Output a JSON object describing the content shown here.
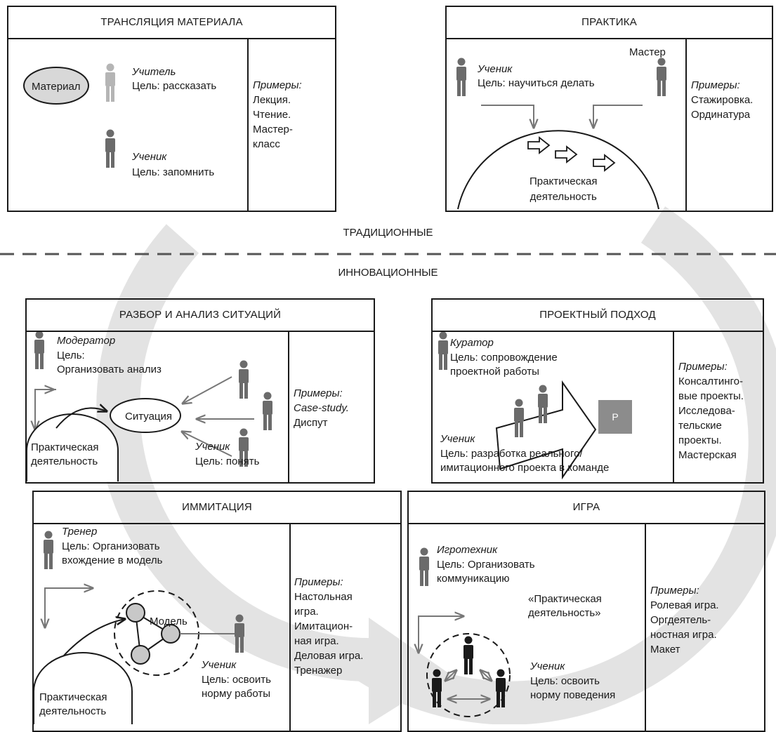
{
  "colors": {
    "line": "#1a1a1a",
    "person": "#6b6b6b",
    "person_light": "#b5b5b5",
    "big_arrow": "#e3e3e3",
    "fill_gray": "#d8d8d8",
    "project_box": "#8c8c8c"
  },
  "sections": {
    "traditional": "ТРАДИЦИОННЫЕ",
    "innovative": "ИННОВАЦИОННЫЕ"
  },
  "boxes": {
    "translation": {
      "title": "ТРАНСЛЯЦИЯ МАТЕРИАЛА",
      "material": "Материал",
      "teacher_role": "Учитель",
      "teacher_goal": "Цель: рассказать",
      "student_role": "Ученик",
      "student_goal": "Цель: запомнить",
      "examples_title": "Примеры:",
      "examples": [
        "Лекция.",
        "Чтение.",
        "Мастер-",
        "класс"
      ]
    },
    "practice": {
      "title": "ПРАКТИКА",
      "master": "Мастер",
      "student_role": "Ученик",
      "student_goal": "Цель: научиться делать",
      "activity": [
        "Практическая",
        "деятельность"
      ],
      "examples_title": "Примеры:",
      "examples": [
        "Стажировка.",
        "Ординатура"
      ]
    },
    "case": {
      "title": "РАЗБОР И АНАЛИЗ СИТУАЦИЙ",
      "moderator_role": "Модератор",
      "moderator_goal": [
        "Цель:",
        "Организовать анализ"
      ],
      "situation": "Ситуация",
      "activity": [
        "Практическая",
        "деятельность"
      ],
      "student_role": "Ученик",
      "student_goal": "Цель: понять",
      "examples_title": "Примеры:",
      "examples_case": "Case-study.",
      "examples": [
        "Диспут"
      ]
    },
    "project": {
      "title": "ПРОЕКТНЫЙ ПОДХОД",
      "curator_role": "Куратор",
      "curator_goal": [
        "Цель: сопровождение",
        "проектной работы"
      ],
      "result_badge": "P",
      "student_role": "Ученик",
      "student_goal": [
        "Цель: разработка реального/",
        "имитационного проекта в команде"
      ],
      "examples_title": "Примеры:",
      "examples": [
        "Консалтинго-",
        "вые проекты.",
        "Исследова-",
        "тельские",
        "проекты.",
        "Мастерская"
      ]
    },
    "imitation": {
      "title": "ИММИТАЦИЯ",
      "trainer_role": "Тренер",
      "trainer_goal": [
        "Цель: Организовать",
        "вхождение в модель"
      ],
      "model": "Модель",
      "activity": [
        "Практическая",
        "деятельность"
      ],
      "student_role": "Ученик",
      "student_goal": [
        "Цель: освоить",
        "норму работы"
      ],
      "examples_title": "Примеры:",
      "examples": [
        "Настольная",
        "игра.",
        "Имитацион-",
        "ная игра.",
        "Деловая игра.",
        "Тренажер"
      ]
    },
    "game": {
      "title": "ИГРА",
      "gametech_role": "Игротехник",
      "gametech_goal": [
        "Цель: Организовать",
        "коммуникацию"
      ],
      "activity_quoted": [
        "«Практическая",
        "деятельность»"
      ],
      "student_role": "Ученик",
      "student_goal": [
        "Цель: освоить",
        "норму поведения"
      ],
      "examples_title": "Примеры:",
      "examples": [
        "Ролевая игра.",
        "Оргдеятель-",
        "ностная игра.",
        "Макет"
      ]
    }
  }
}
